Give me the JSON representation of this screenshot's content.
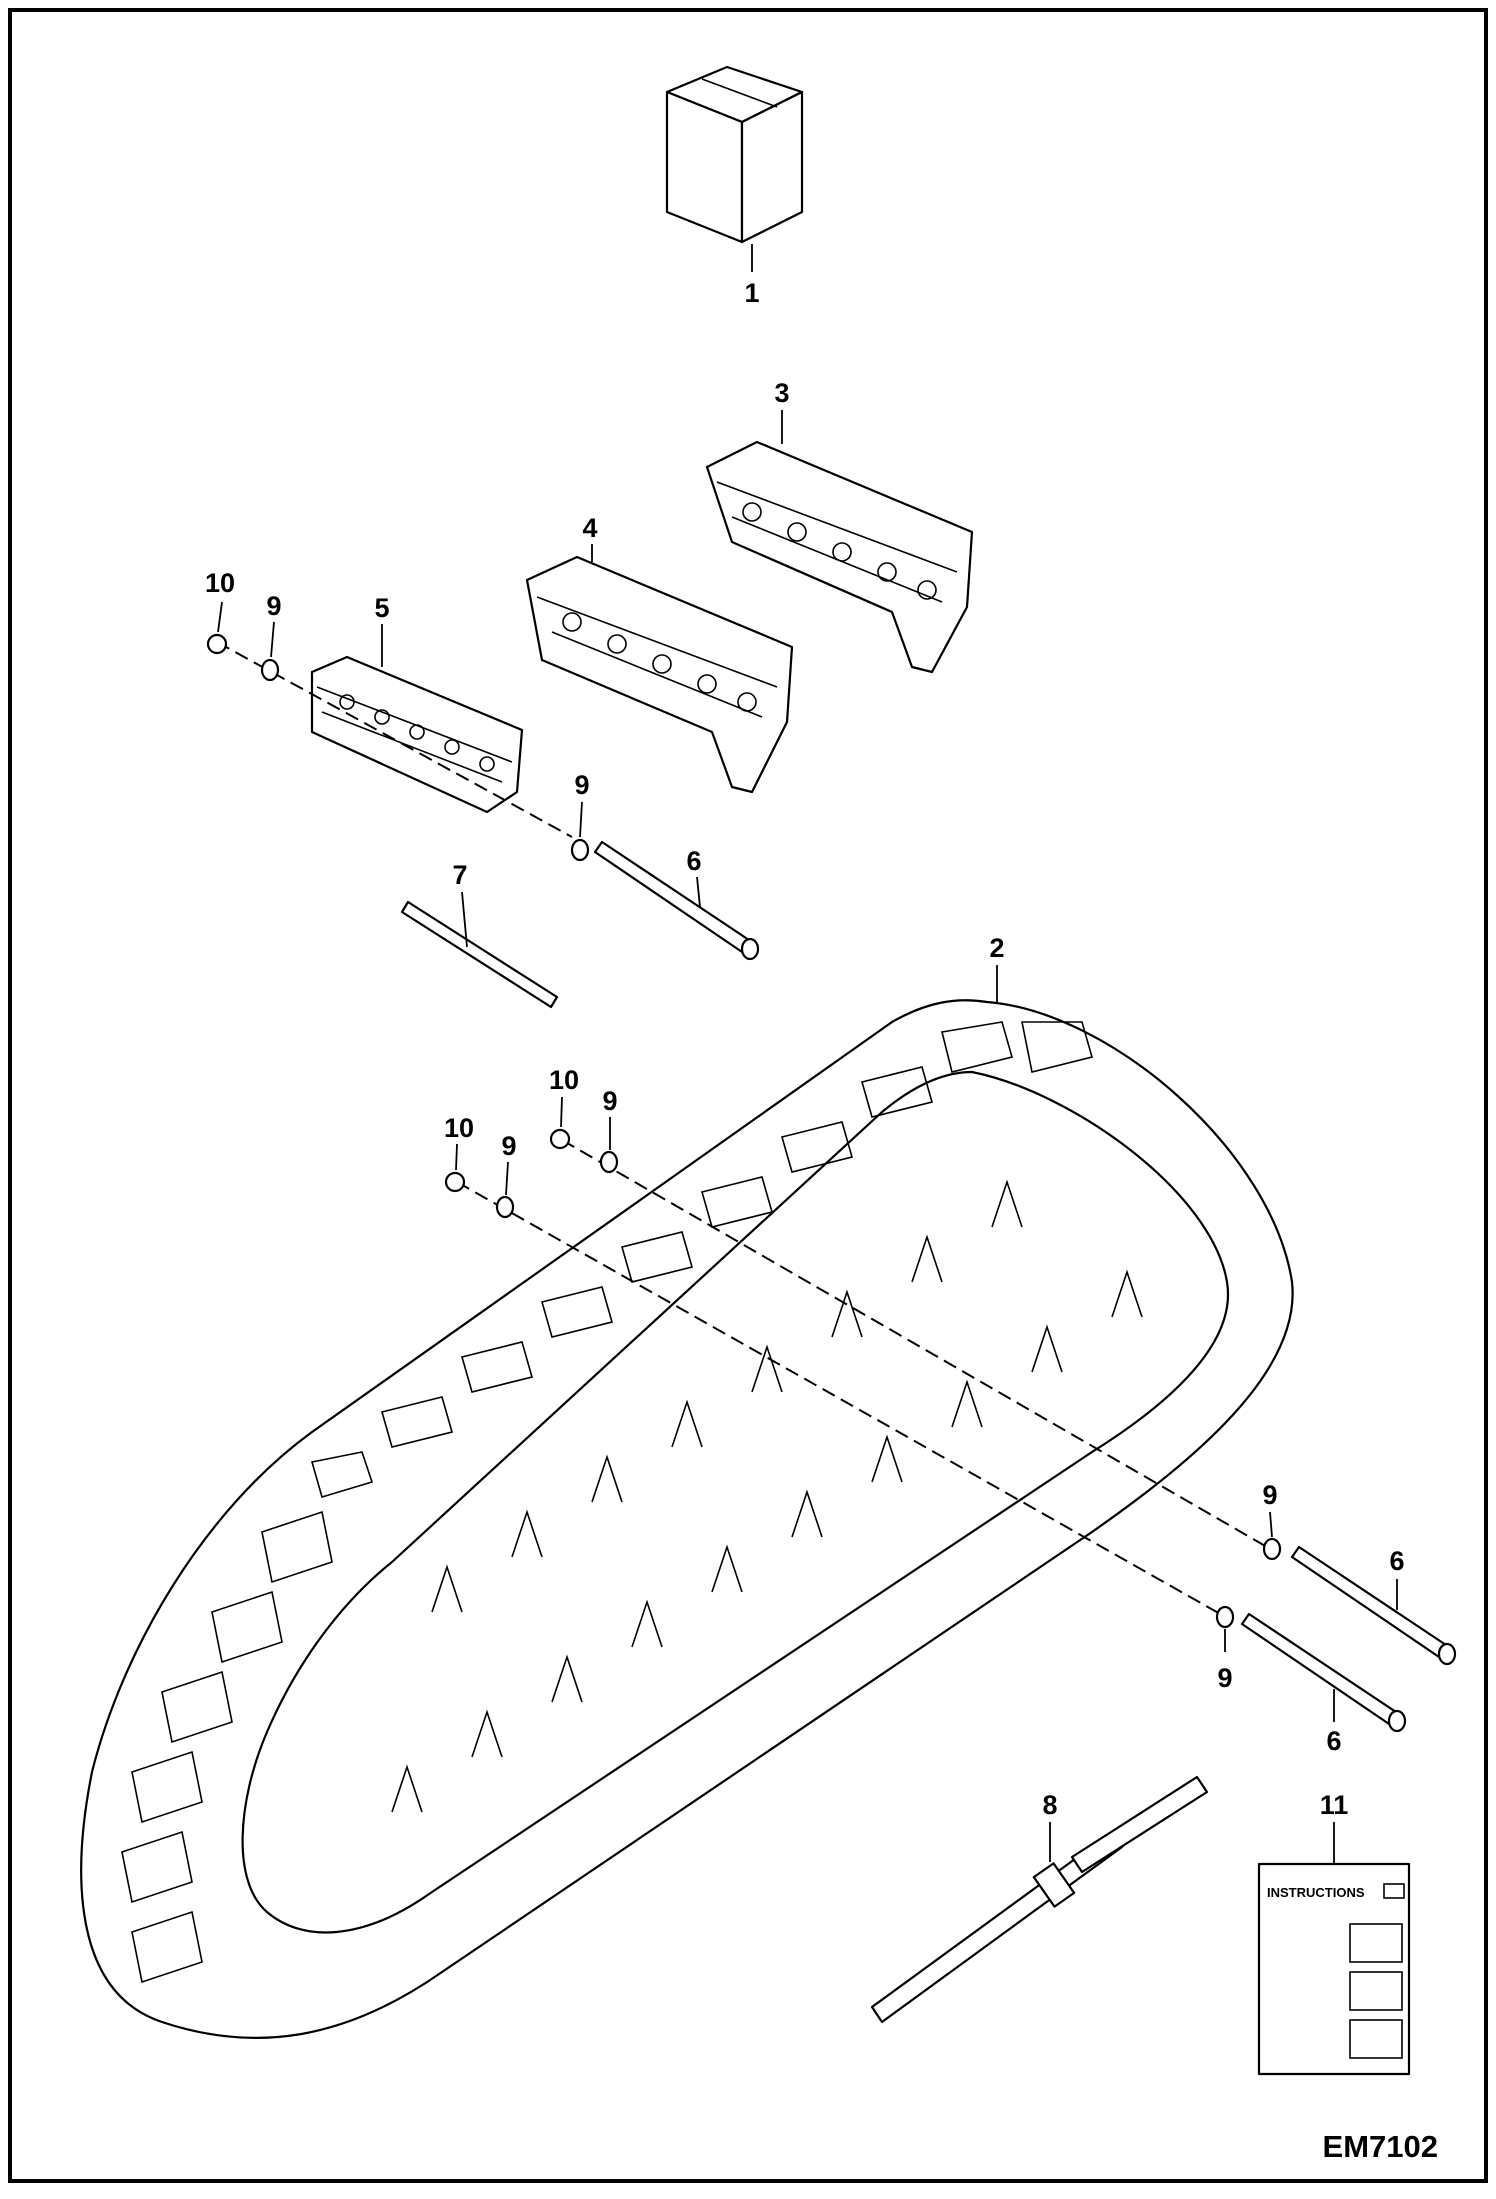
{
  "drawing_number": "EM7102",
  "callouts": {
    "c1": "1",
    "c2": "2",
    "c3": "3",
    "c4": "4",
    "c5": "5",
    "c6a": "6",
    "c6b": "6",
    "c6c": "6",
    "c7": "7",
    "c8": "8",
    "c9a": "9",
    "c9b": "9",
    "c9c": "9",
    "c9d": "9",
    "c9e": "9",
    "c9f": "9",
    "c10a": "10",
    "c10b": "10",
    "c10c": "10",
    "c11": "11"
  },
  "instruction_sheet": {
    "title": "INSTRUCTIONS"
  }
}
